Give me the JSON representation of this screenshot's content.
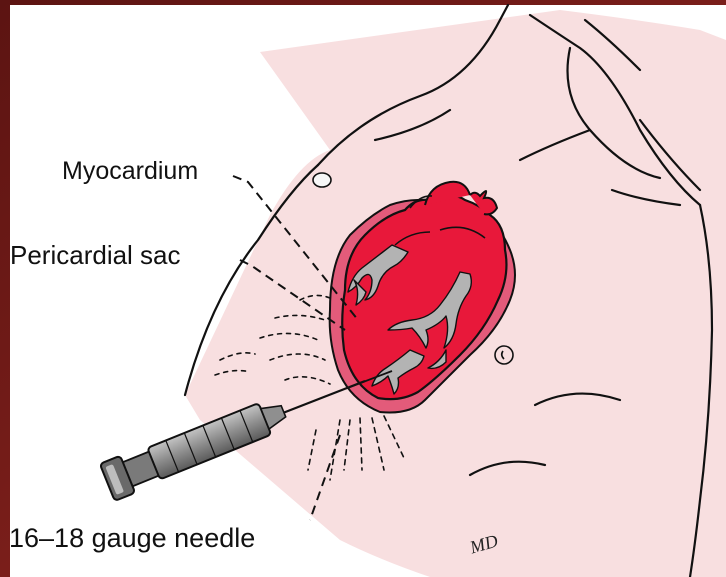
{
  "labels": {
    "myocardium": "Myocardium",
    "pericardial_sac": "Pericardial sac",
    "needle": "16–18 gauge needle"
  },
  "signature": "MD",
  "colors": {
    "frame_background": "#7a1e1a",
    "skin_tint": "#f8dfe0",
    "heart_red": "#e8183a",
    "vessel_gray": "#a9a9a9",
    "outline": "#111111",
    "pericardium_pink": "#e35b7a",
    "syringe_gray": "#9a9a9a"
  }
}
